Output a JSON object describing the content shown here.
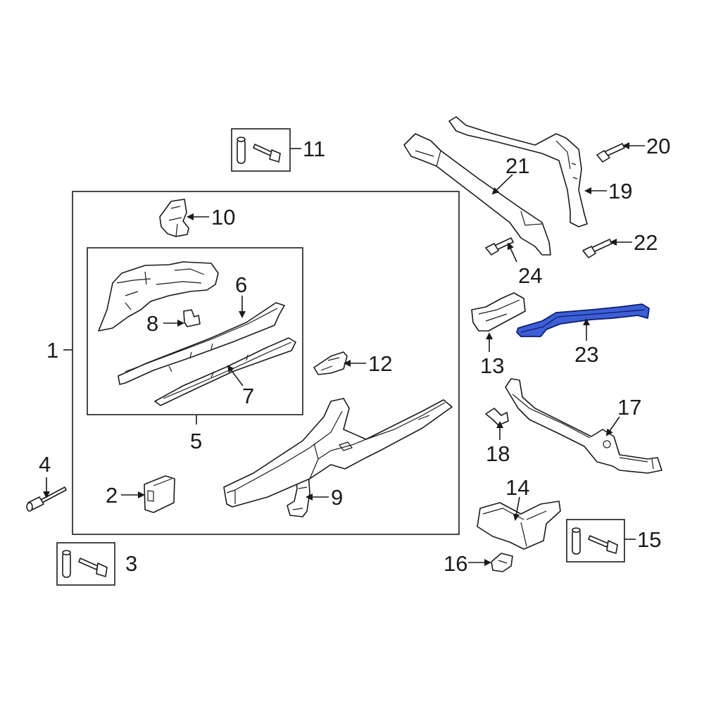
{
  "highlight_color": "#3d5fd6",
  "callouts": {
    "c1": "1",
    "c2": "2",
    "c3": "3",
    "c4": "4",
    "c5": "5",
    "c6": "6",
    "c7": "7",
    "c8": "8",
    "c9": "9",
    "c10": "10",
    "c11": "11",
    "c12": "12",
    "c13": "13",
    "c14": "14",
    "c15": "15",
    "c16": "16",
    "c17": "17",
    "c18": "18",
    "c19": "19",
    "c20": "20",
    "c21": "21",
    "c22": "22",
    "c23": "23",
    "c24": "24"
  },
  "highlighted_part": "23"
}
